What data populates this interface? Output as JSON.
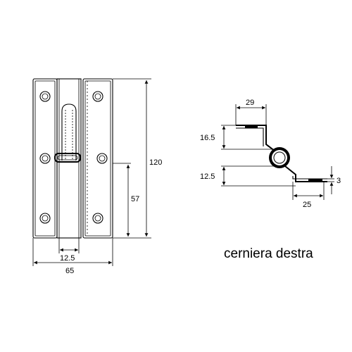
{
  "front_view": {
    "dim_width": "65",
    "dim_pin": "12.5",
    "dim_height": "120",
    "dim_center": "57"
  },
  "section_view": {
    "dim_top": "29",
    "dim_upper": "16.5",
    "dim_lower": "12.5",
    "dim_bottom": "25",
    "dim_thickness": "3"
  },
  "caption": "cerniera destra"
}
